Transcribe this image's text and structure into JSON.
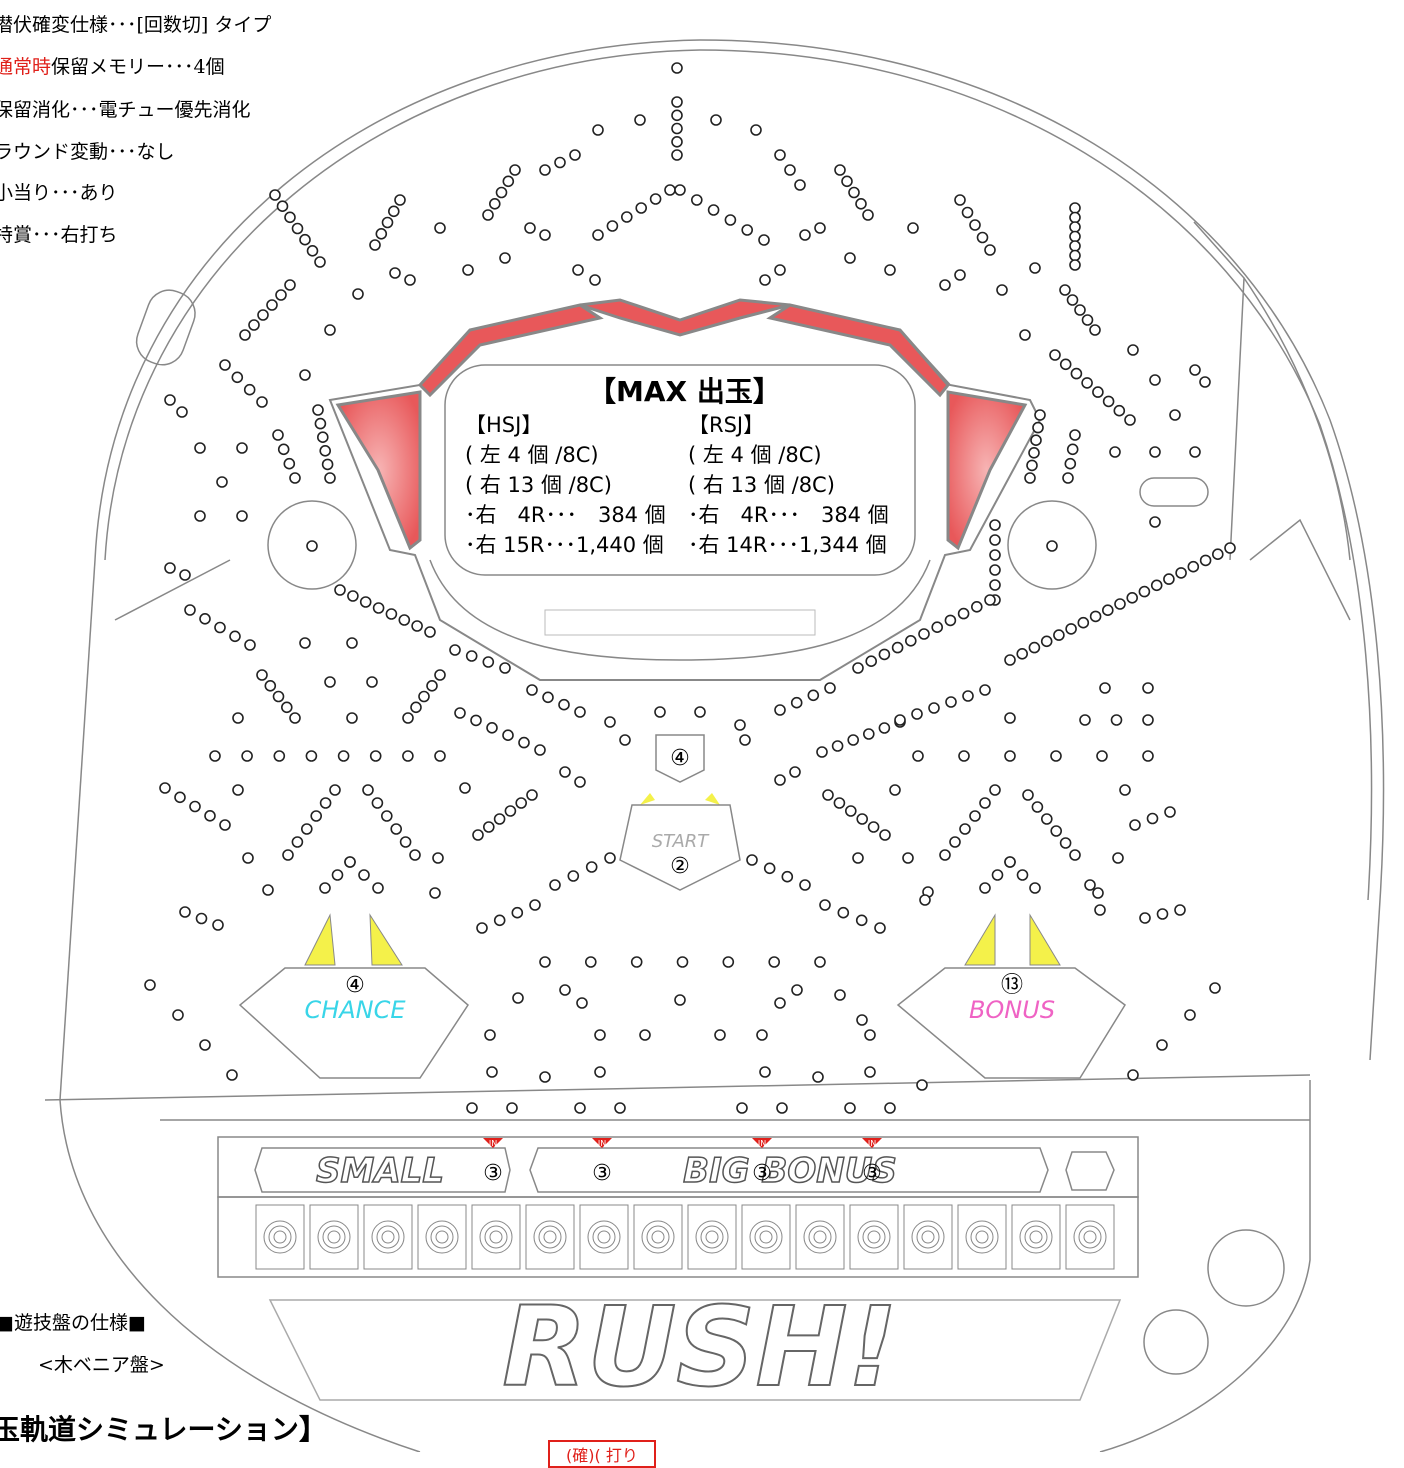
{
  "spec_lines": [
    {
      "pre": "",
      "red": "",
      "text": "潜伏確変仕様･･･[回数切] タイプ"
    },
    {
      "pre": "",
      "red": "通常時",
      "text": "保留メモリー･･･4個"
    },
    {
      "pre": "",
      "red": "",
      "text": "保留消化･･･電チュー優先消化"
    },
    {
      "pre": "",
      "red": "",
      "text": "ラウンド変動･･･なし"
    },
    {
      "pre": "",
      "red": "",
      "text": "小当り･･･あり"
    },
    {
      "pre": "",
      "red": "",
      "text": "特賞･･･右打ち"
    }
  ],
  "lcd": {
    "title": "【MAX 出玉】",
    "left": {
      "header": "【HSJ】",
      "lines": [
        "( 左 4 個 /8C)",
        "( 右 13 個 /8C)",
        "･右　4R･･･　384 個",
        "･右 15R･･･1,440 個"
      ]
    },
    "right": {
      "header": "【RSJ】",
      "lines": [
        "( 左 4 個 /8C)",
        "( 右 13 個 /8C)",
        "･右　4R･･･　384 個",
        "･右 14R･･･1,344 個"
      ]
    }
  },
  "pockets": {
    "top_value": "④",
    "start_label": "START",
    "start_value": "②",
    "chance_label": "CHANCE",
    "chance_value": "④",
    "bonus_label": "BONUS",
    "bonus_value": "⑬"
  },
  "attackers": {
    "small_label": "SMALL",
    "small_value": "③",
    "big_label": "BIG BONUS",
    "big_values": [
      "③",
      "③",
      "③"
    ],
    "in_marks": [
      "IN",
      "IN",
      "IN",
      "IN"
    ]
  },
  "logo_text": "RUSH!",
  "footer": {
    "spec_title": "■遊技盤の仕様■",
    "spec_sub": "<木ベニア盤>",
    "sim_title": "玉軌道シミュレーション】",
    "tag": "(確)( 打り"
  },
  "colors": {
    "chance": "#39d5e8",
    "bonus": "#ef63c4",
    "frame_red": "#e8585a",
    "frame_gray": "#8a8a8a",
    "yellow": "#f4f14a",
    "spec_red": "#e0201a"
  }
}
